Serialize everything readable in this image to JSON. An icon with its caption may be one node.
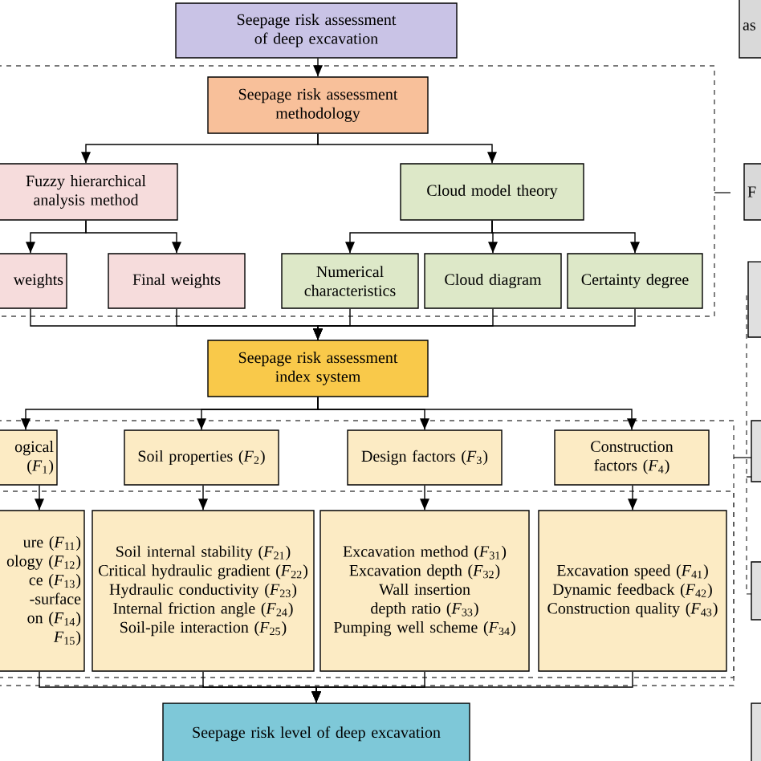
{
  "diagram": {
    "nodes": [
      {
        "text": [
          "Seepage risk assessment of deep excavation"
        ]
      },
      {
        "text": [
          "Seepage risk assessment methodology"
        ]
      },
      {
        "text": [
          "Fuzzy hierarchical analysis method"
        ]
      },
      {
        "text": [
          "weights"
        ]
      },
      {
        "text": [
          "Final weights"
        ]
      },
      {
        "text": [
          "Cloud model theory"
        ]
      },
      {
        "text": [
          "Numerical characteristics"
        ]
      },
      {
        "text": [
          "Cloud diagram"
        ]
      },
      {
        "text": [
          "Certainty degree"
        ]
      },
      {
        "text": [
          "Seepage risk assessment index system"
        ]
      },
      {
        "text": [
          "ogical (*F*$_{1}$)"
        ]
      },
      {
        "text": [
          "Soil properties (*F*$_{2}$)"
        ]
      },
      {
        "text": [
          "Design factors (*F*$_{3}$)"
        ]
      },
      {
        "text": [
          "Construction factors (*F*$_{4}$)"
        ]
      },
      {
        "text": [
          "ure (*F*$_{11}$)",
          "ology (*F*$_{12}$)",
          "ce (*F*$_{13}$)",
          "-surface",
          "on (*F*$_{14}$)",
          "*F*$_{15}$)"
        ]
      },
      {
        "text": [
          "Soil internal stability (*F*$_{21}$)",
          "Critical hydraulic gradient (*F*$_{22}$)",
          "Hydraulic conductivity (*F*$_{23}$)",
          "Internal friction angle (*F*$_{24}$)",
          "Soil-pile interaction (*F*$_{25}$)"
        ]
      },
      {
        "text": [
          "Excavation method (*F*$_{31}$)",
          "Excavation depth (*F*$_{32}$)",
          "Wall insertion depth ratio (*F*$_{33}$)",
          "Pumping well scheme (*F*$_{34}$)"
        ]
      },
      {
        "text": [
          "Excavation speed (*F*$_{41}$)",
          "Dynamic feedback (*F*$_{42}$)",
          "Construction quality (*F*$_{43}$)"
        ]
      },
      {
        "text": [
          "Seepage risk level of deep excavation"
        ]
      },
      {
        "text": [
          "as"
        ]
      },
      {
        "text": [
          "F"
        ]
      },
      {
        "text": [],
        "shape": "box"
      },
      {
        "text": [],
        "shape": "box"
      },
      {
        "text": [],
        "shape": "box"
      },
      {
        "text": [],
        "shape": "box"
      }
    ],
    "edges": [
      {
        "from": 0,
        "to": 1,
        "arrow": "to"
      },
      {
        "from": 1,
        "to": 2,
        "arrow": "to"
      },
      {
        "from": 1,
        "to": 5,
        "arrow": "to"
      },
      {
        "from": 2,
        "to": 3,
        "arrow": "to"
      },
      {
        "from": 2,
        "to": 4,
        "arrow": "to"
      },
      {
        "from": 5,
        "to": 6,
        "arrow": "to"
      },
      {
        "from": 5,
        "to": 7,
        "arrow": "to"
      },
      {
        "from": 5,
        "to": 8,
        "arrow": "to"
      },
      {
        "from": 3,
        "to": 9,
        "arrow": "to"
      },
      {
        "from": 4,
        "to": 9,
        "arrow": "to"
      },
      {
        "from": 6,
        "to": 9,
        "arrow": "to"
      },
      {
        "from": 7,
        "to": 9,
        "arrow": "to"
      },
      {
        "from": 8,
        "to": 9,
        "arrow": "to"
      },
      {
        "from": 9,
        "to": 10,
        "arrow": "to"
      },
      {
        "from": 9,
        "to": 11,
        "arrow": "to"
      },
      {
        "from": 9,
        "to": 12,
        "arrow": "to"
      },
      {
        "from": 9,
        "to": 13,
        "arrow": "to"
      },
      {
        "from": 10,
        "to": 14,
        "arrow": "to"
      },
      {
        "from": 11,
        "to": 15,
        "arrow": "to"
      },
      {
        "from": 12,
        "to": 16,
        "arrow": "to"
      },
      {
        "from": 13,
        "to": 17,
        "arrow": "to"
      },
      {
        "from": 14,
        "to": 18,
        "arrow": "to"
      },
      {
        "from": 15,
        "to": 18,
        "arrow": "to"
      },
      {
        "from": 16,
        "to": 18,
        "arrow": "to"
      },
      {
        "from": 17,
        "to": 18,
        "arrow": "to"
      }
    ]
  }
}
